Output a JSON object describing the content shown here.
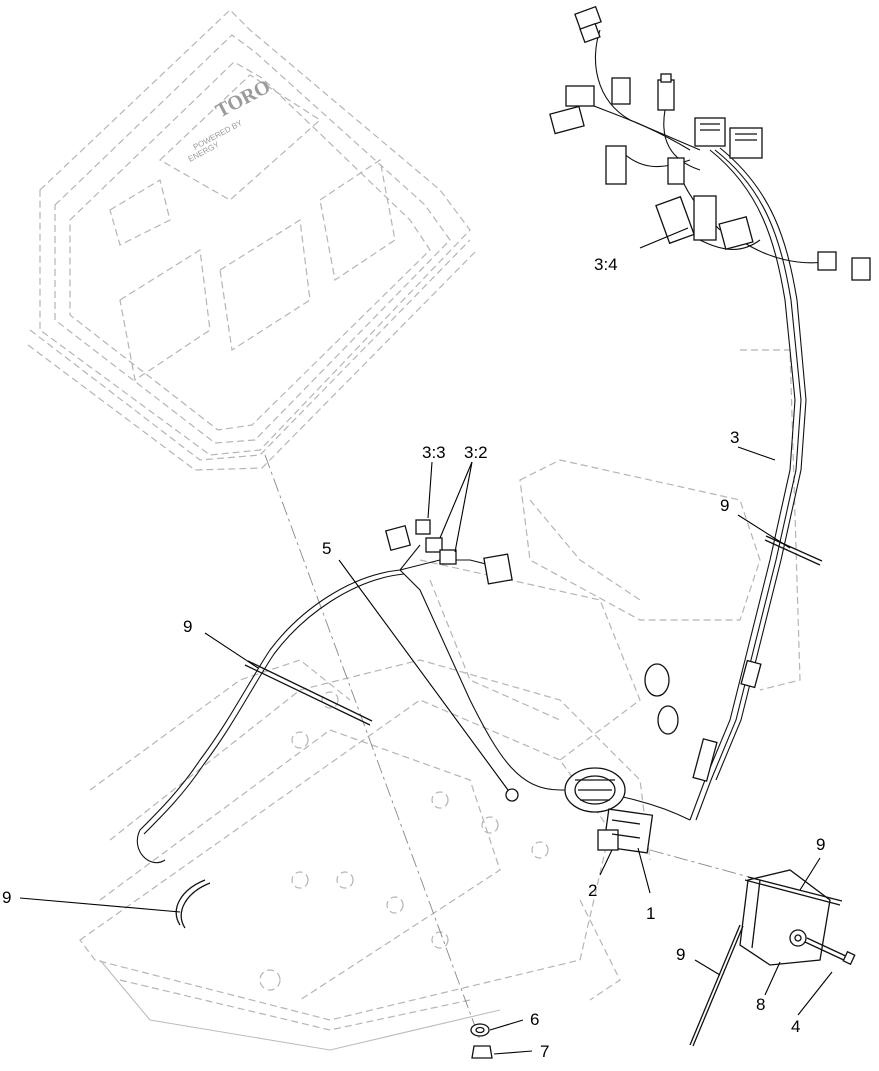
{
  "diagram": {
    "brand_logo": "TORO",
    "brand_subtext_line1": "POWERED BY",
    "brand_subtext_line2": "ENERGY",
    "callouts": {
      "c1": "1",
      "c2": "2",
      "c3": "3",
      "c3_2": "3:2",
      "c3_3": "3:3",
      "c3_4": "3:4",
      "c4": "4",
      "c5": "5",
      "c6": "6",
      "c7": "7",
      "c8": "8",
      "c9": "9"
    }
  }
}
